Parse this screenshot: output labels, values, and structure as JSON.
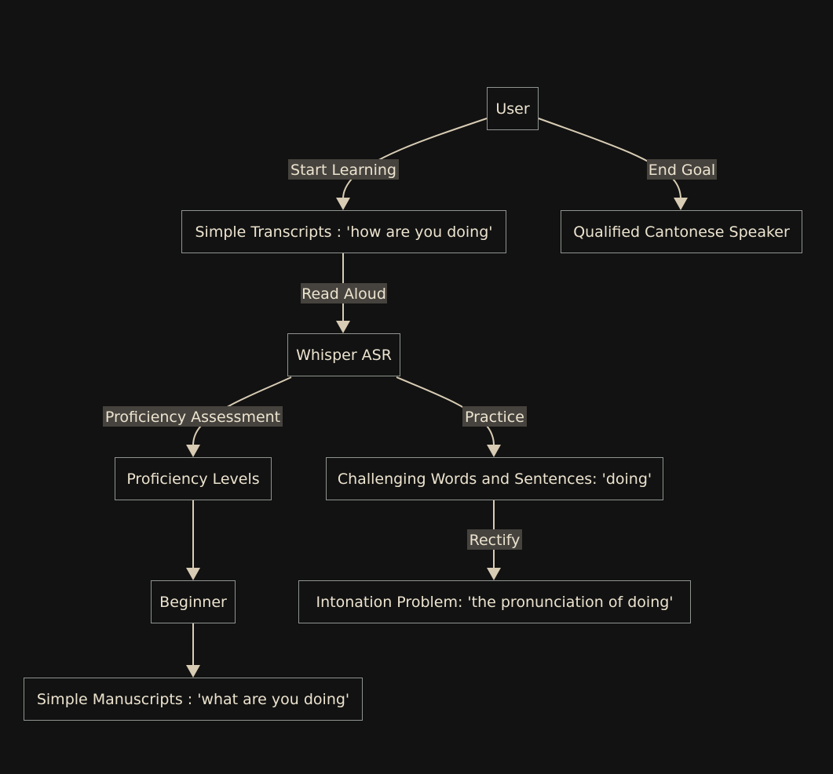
{
  "diagram": {
    "nodes": {
      "user": "User",
      "simple_transcripts": "Simple Transcripts : 'how are you doing'",
      "qualified_speaker": "Qualified Cantonese Speaker",
      "whisper_asr": "Whisper ASR",
      "proficiency_levels": "Proficiency Levels",
      "challenging_words": "Challenging Words and Sentences: 'doing'",
      "beginner": "Beginner",
      "intonation_problem": "Intonation Problem: 'the pronunciation of doing'",
      "simple_manuscripts": "Simple Manuscripts : 'what are you doing'"
    },
    "edge_labels": {
      "start_learning": "Start Learning",
      "end_goal": "End Goal",
      "read_aloud": "Read Aloud",
      "proficiency_assessment": "Proficiency Assessment",
      "practice": "Practice",
      "rectify": "Rectify"
    },
    "colors": {
      "background": "#121212",
      "node_border": "#8f9490",
      "edge": "#d8ccb4",
      "label_background": "#46433e",
      "text": "#ece3cf"
    }
  }
}
